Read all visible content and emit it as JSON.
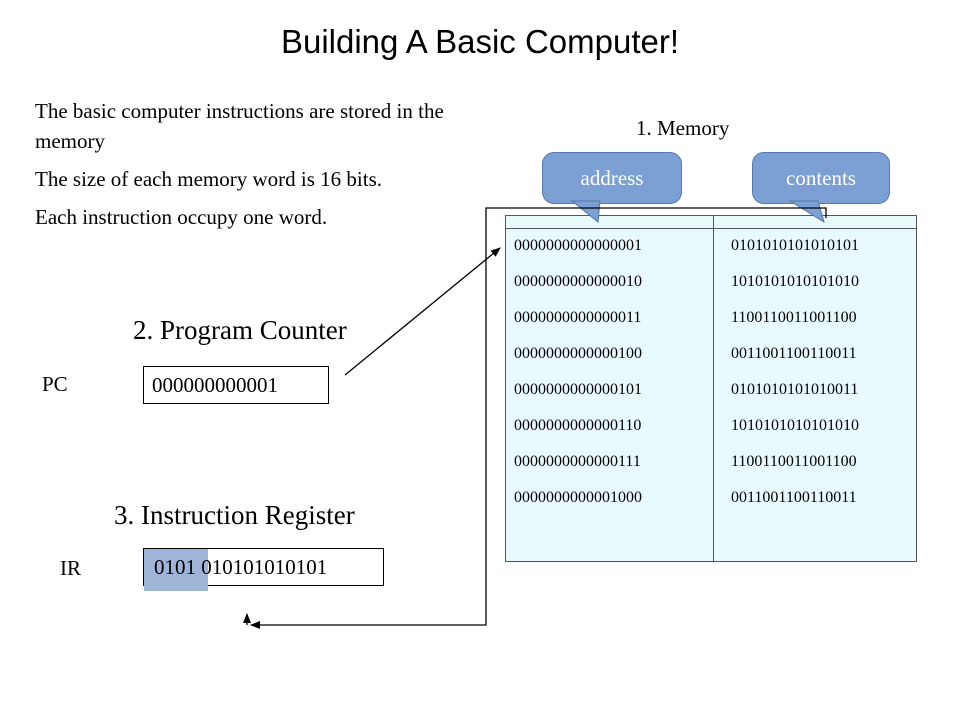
{
  "title": "Building A Basic Computer!",
  "bullets": [
    "The basic  computer instructions are stored in the memory",
    "The size of each memory word is 16 bits.",
    "Each instruction occupy one word."
  ],
  "memory": {
    "heading": "1. Memory",
    "address_label": "address",
    "contents_label": "contents",
    "rows": [
      {
        "address": "0000000000000001",
        "contents": "0101010101010101"
      },
      {
        "address": "0000000000000010",
        "contents": "1010101010101010"
      },
      {
        "address": "0000000000000011",
        "contents": "1100110011001100"
      },
      {
        "address": "0000000000000100",
        "contents": "0011001100110011"
      },
      {
        "address": "0000000000000101",
        "contents": "0101010101010011"
      },
      {
        "address": "0000000000000110",
        "contents": "1010101010101010"
      },
      {
        "address": "0000000000000111",
        "contents": "1100110011001100"
      },
      {
        "address": "0000000000001000",
        "contents": "0011001100110011"
      }
    ]
  },
  "program_counter": {
    "heading": "2. Program Counter",
    "label": "PC",
    "value": "000000000001"
  },
  "instruction_register": {
    "heading": "3. Instruction Register",
    "label": "IR",
    "opcode": "0101",
    "operand": "010101010101"
  },
  "colors": {
    "callout_fill": "#7da0d4",
    "memory_fill": "#e9fafd",
    "opcode_highlight": "#9fb5d8"
  }
}
